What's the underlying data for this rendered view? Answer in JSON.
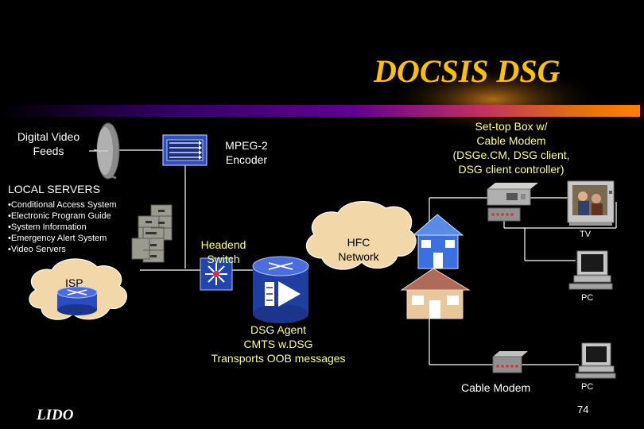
{
  "title": "DOCSIS DSG",
  "labels": {
    "digital_video_feeds": "Digital Video\nFeeds",
    "mpeg2_encoder": "MPEG-2\nEncoder",
    "settop_box": "Set-top Box w/\nCable Modem\n(DSGe.CM, DSG client,\nDSG client controller)",
    "local_servers": "LOCAL SERVERS",
    "headend_switch": "Headend\nSwitch",
    "hfc_network": "HFC\nNetwork",
    "isp": "ISP",
    "tv": "TV",
    "pc_1": "PC",
    "pc_2": "PC",
    "dsg_agent": "DSG Agent\nCMTS w.DSG\nTransports OOB messages",
    "cable_modem": "Cable Modem"
  },
  "local_servers_list": [
    "•Conditional Access System",
    "•Electronic Program Guide",
    "•System Information",
    "•Emergency Alert System",
    "•Video Servers"
  ],
  "footer": {
    "logo": "LIDO",
    "page_number": "74"
  },
  "colors": {
    "title": "#ffc000",
    "background": "#000000",
    "cloud": "#f2d8a8",
    "device_blue": "#1f3fa0"
  }
}
